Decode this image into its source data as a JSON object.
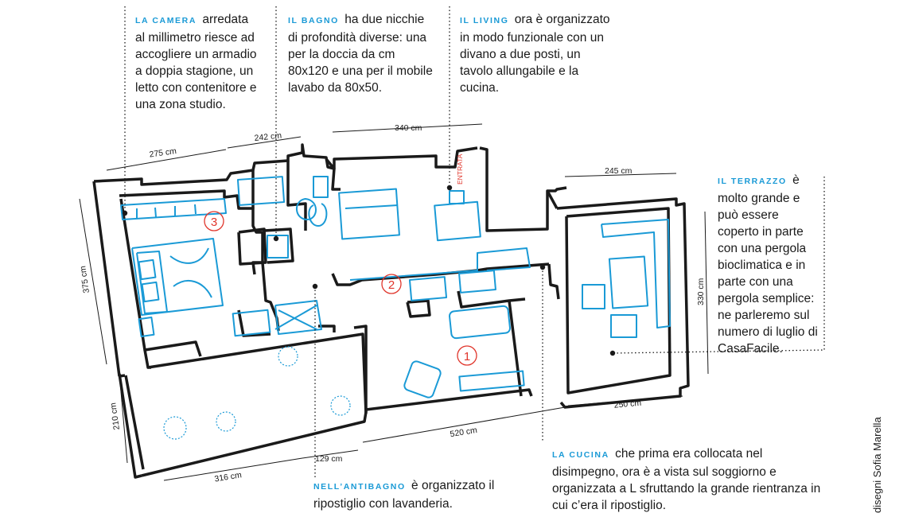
{
  "notes": {
    "camera": {
      "keyword": "la camera",
      "text": "arredata al millimetro riesce ad accogliere un armadio a doppia stagione, un letto con contenitore e una zona studio."
    },
    "bagno": {
      "keyword": "il bagno",
      "text": "ha due nicchie di profondità diverse: una per la doccia da cm 80x120 e una per il mobile lavabo da 80x50."
    },
    "living": {
      "keyword": "il living",
      "text": "ora è organizzato in modo funzionale con un divano a due posti, un tavolo allungabile e la cucina."
    },
    "terrazzo": {
      "keyword": "il terrazzo",
      "text": "è molto grande e può essere coperto in parte con una pergola bioclimatica e in parte con una pergola semplice: ne parleremo sul numero di luglio di CasaFacile."
    },
    "cucina": {
      "keyword": "la cucina",
      "text": "che prima era collocata nel disimpegno, ora è a vista sul soggiorno e organizzata a L sfruttando la grande rientranza in cui c’era il ripostiglio."
    },
    "antibagno": {
      "keyword": "nell’antibagno",
      "text": "è organizzato il ripostiglio con lavanderia."
    }
  },
  "dimensions": {
    "d275": "275 cm",
    "d242": "242 cm",
    "d340": "340 cm",
    "d245": "245 cm",
    "d375": "375 cm",
    "d330": "330 cm",
    "d210": "210 cm",
    "d316": "316 cm",
    "d129": "129 cm",
    "d520": "520 cm",
    "d250": "250 cm"
  },
  "room_numbers": {
    "n1": "1",
    "n2": "2",
    "n3": "3"
  },
  "entrance_label": "ENTRATA",
  "credit": "disegni Sofia Marella",
  "colors": {
    "accent": "#1a9ad6",
    "marker": "#e0352b",
    "ink": "#1a1a1a"
  }
}
